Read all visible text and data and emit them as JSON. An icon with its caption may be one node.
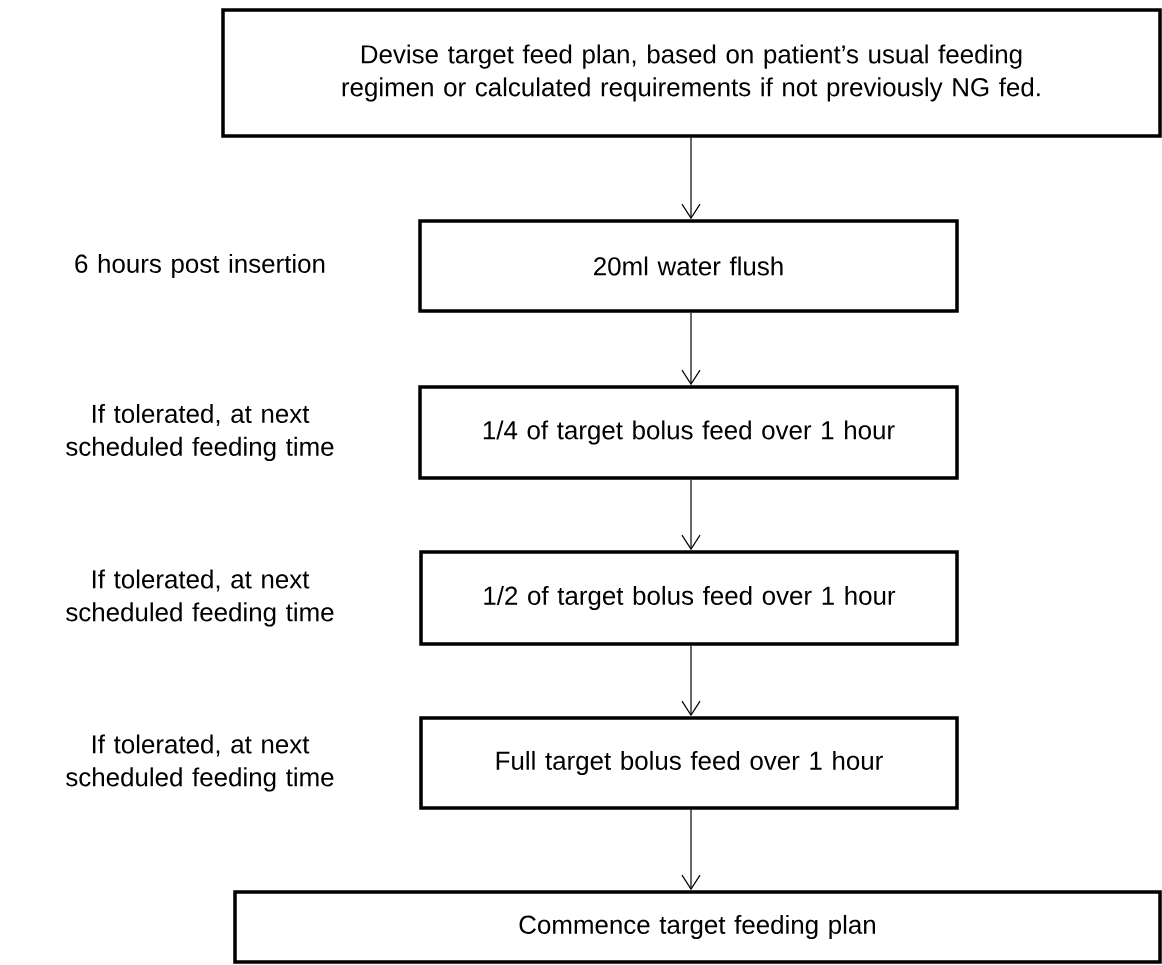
{
  "diagram": {
    "nodes": [
      {
        "text": [
          "Devise target feed plan, based on patient’s usual feeding regimen or calculated requirements if not previously NG fed."
        ]
      },
      {
        "text": [
          "20ml water flush"
        ],
        "beside": [
          "6 hours post insertion"
        ]
      },
      {
        "text": [
          "1/4 of target bolus feed over 1 hour"
        ],
        "beside": [
          "If tolerated, at next scheduled feeding time"
        ]
      },
      {
        "text": [
          "1/2 of target bolus feed over 1 hour"
        ],
        "beside": [
          "If tolerated, at next scheduled feeding time"
        ]
      },
      {
        "text": [
          "Full target bolus feed over 1 hour"
        ],
        "beside": [
          "If tolerated, at next scheduled feeding time"
        ]
      },
      {
        "text": [
          "Commence target feeding plan"
        ]
      }
    ],
    "edges": [
      {
        "from": 0,
        "to": 1,
        "arrow": "to"
      },
      {
        "from": 1,
        "to": 2,
        "arrow": "to"
      },
      {
        "from": 2,
        "to": 3,
        "arrow": "to"
      },
      {
        "from": 3,
        "to": 4,
        "arrow": "to"
      },
      {
        "from": 4,
        "to": 5,
        "arrow": "to"
      }
    ]
  }
}
